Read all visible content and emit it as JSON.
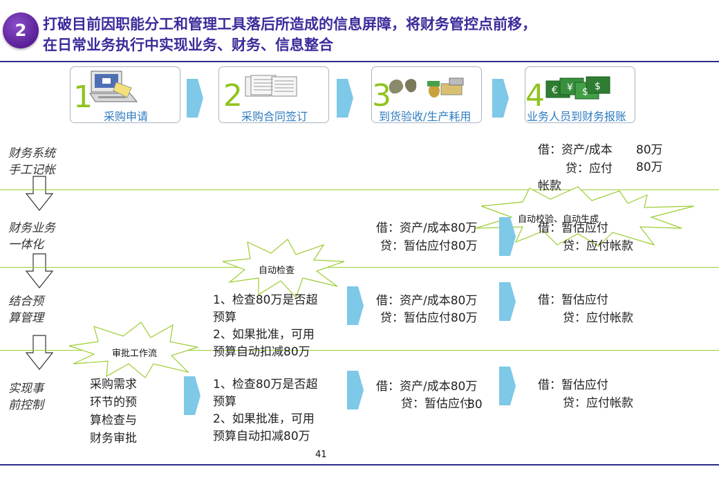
{
  "slide": {
    "badge": "2",
    "title_line1": "打破目前因职能分工和管理工具落后所造成的信息屏障，将财务管控点前移，",
    "title_line2": "在日常业务执行中实现业务、财务、信息整合",
    "page_number": "41"
  },
  "steps": [
    {
      "num": "1",
      "label": "采购申请",
      "icon": "computer-terminal-icon"
    },
    {
      "num": "2",
      "label": "采购合同签订",
      "icon": "documents-icon"
    },
    {
      "num": "3",
      "label": "到货验收/生产耗用",
      "icon": "goods-icon"
    },
    {
      "num": "4",
      "label": "业务人员到财务报账",
      "icon": "money-icon"
    }
  ],
  "rows": [
    {
      "label_line1": "财务系统",
      "label_line2": "手工记帐"
    },
    {
      "label_line1": "财务业务",
      "label_line2": "一体化"
    },
    {
      "label_line1": "结合预",
      "label_line2": "算管理"
    },
    {
      "label_line1": "实现事",
      "label_line2": "前控制"
    }
  ],
  "row1": {
    "s4_line1": "借：资产/成本",
    "s4_amount1": "80万",
    "s4_line2": "贷：应付",
    "s4_amount2": "80万",
    "s4_line3": "帐款"
  },
  "row2": {
    "s3_line1": "借：资产/成本80万",
    "s3_line2": "贷：暂估应付80万",
    "s4_line1": "借：暂估应付",
    "s4_line2": "贷：应付帐款",
    "burst": "自动校验、自动生成"
  },
  "row3": {
    "s2_line1": "1、检查80万是否超",
    "s2_line2": "预算",
    "s2_line3": "2、如果批准，可用",
    "s2_line4": "预算自动扣减80万",
    "s3_line1": "借：资产/成本80万",
    "s3_line2": "贷：暂估应付80万",
    "s4_line1": "借：暂估应付",
    "s4_line2": "贷：应付帐款",
    "burst": "自动检查"
  },
  "row4": {
    "s1_line1": "采购需求",
    "s1_line2": "环节的预",
    "s1_line3": "算检查与",
    "s1_line4": "财务审批",
    "s2_line1": "1、检查80万是否超",
    "s2_line2": "预算",
    "s2_line3": "2、如果批准，可用",
    "s2_line4": "预算自动扣减80万",
    "s3_line1": "借：资产/成本80万",
    "s3_line2": "贷：暂估应付",
    "s3_amount": "80",
    "s4_line1": "借：暂估应付",
    "s4_line2": "贷：应付帐款",
    "burst": "审批工作流"
  },
  "colors": {
    "title": "#3a2b9a",
    "step_number": "#8fc31f",
    "step_label": "#2d7bc0",
    "arrow": "#7ec8e8",
    "divider": "#9acd32",
    "badge": "#6a2fb0"
  }
}
